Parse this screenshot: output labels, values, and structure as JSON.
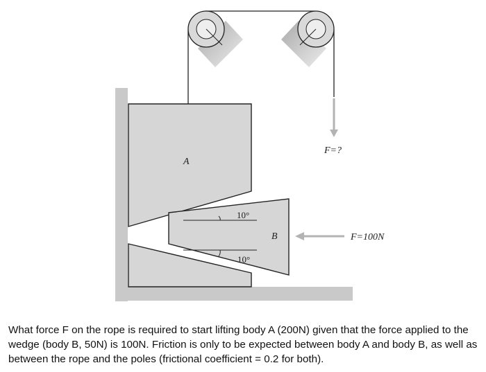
{
  "diagram": {
    "label_body_a": "A",
    "label_body_b": "B",
    "label_force_rope": "F=?",
    "label_force_wedge": "F=100N",
    "angle_top": "10°",
    "angle_bottom": "10°"
  },
  "question": {
    "text": "What force F on the rope is required to start lifting body A (200N) given that the force applied to the wedge (body B, 50N) is 100N. Friction is only to be expected between body A and body B, as well as between the rope and the poles (frictional coefficient = 0.2 for both)."
  },
  "colors": {
    "body_fill": "#d6d6d6",
    "ground": "#c9c9c9",
    "arrow": "#b3b3b3",
    "outline": "#222222"
  }
}
